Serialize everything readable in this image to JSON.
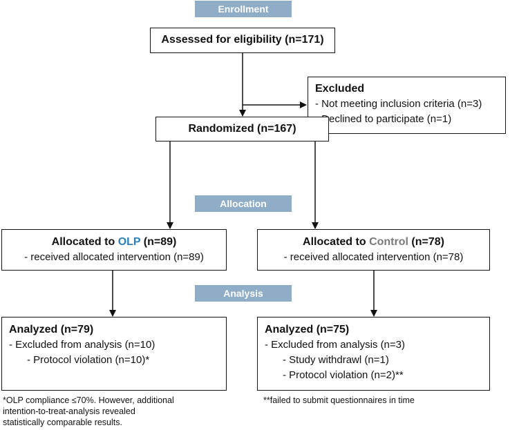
{
  "stages": {
    "enrollment": "Enrollment",
    "allocation": "Allocation",
    "analysis": "Analysis"
  },
  "assessed": "Assessed for eligibility (n=171)",
  "excluded": {
    "title": "Excluded",
    "items": [
      "- Not meeting inclusion criteria (n=3)",
      "- Declined to participate (n=1)"
    ]
  },
  "randomized": "Randomized (n=167)",
  "allocated_olp": {
    "prefix": "Allocated to ",
    "group": "OLP",
    "suffix": " (n=89)",
    "detail": "- received allocated intervention (n=89)"
  },
  "allocated_control": {
    "prefix": "Allocated to ",
    "group": "Control",
    "suffix": " (n=78)",
    "detail": "- received allocated intervention (n=78)"
  },
  "analyzed_olp": {
    "title": "Analyzed (n=79)",
    "items": [
      "- Excluded from analysis (n=10)",
      "- Protocol violation (n=10)*"
    ]
  },
  "analyzed_control": {
    "title": "Analyzed (n=75)",
    "items": [
      "- Excluded from analysis (n=3)",
      "- Study withdrawl (n=1)",
      "- Protocol violation (n=2)**"
    ]
  },
  "footnotes": {
    "left": [
      "*OLP compliance ≤70%. However, additional",
      "intention-to-treat-analysis revealed",
      "statistically comparable results."
    ],
    "right": "**failed to submit questionnaires in time"
  },
  "colors": {
    "stage_label_bg": "#8fadc6",
    "olp": "#2f7fb5",
    "control": "#7a7a7a"
  }
}
